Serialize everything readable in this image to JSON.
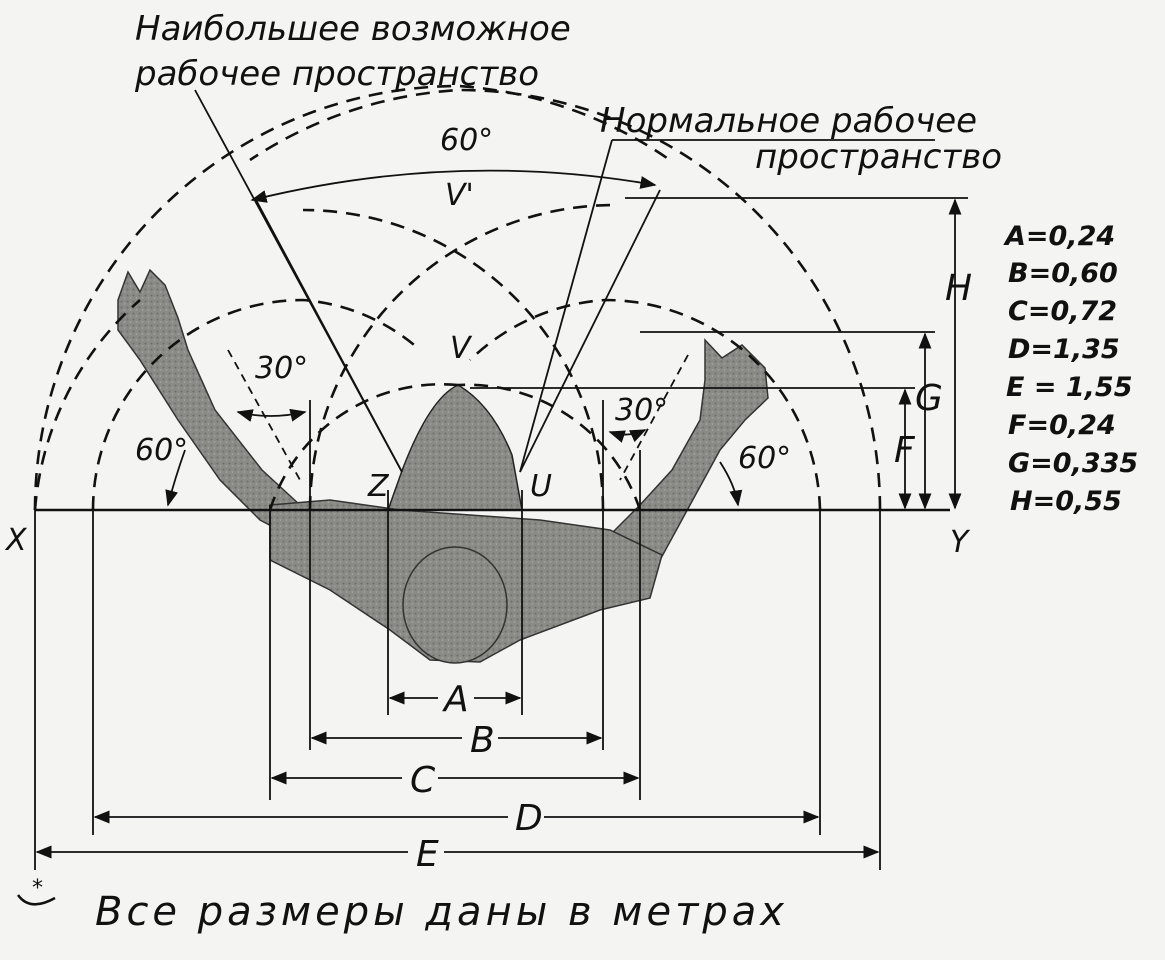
{
  "annotations": {
    "max_space_line1": "Наибольшее возможное",
    "max_space_line2": "рабочее пространство",
    "normal_space_line1": "Нормальное рабочее",
    "normal_space_line2": "пространство",
    "angle_top": "60°",
    "angle_left_60": "60°",
    "angle_right_60": "60°",
    "angle_left_30": "30°",
    "angle_right_30": "30°",
    "point_v_prime": "V'",
    "point_v": "V",
    "point_z": "Z",
    "point_u": "U",
    "axis_x": "X",
    "axis_y": "Y"
  },
  "dimension_letters": {
    "a": "A",
    "b": "B",
    "c": "C",
    "d": "D",
    "e": "E",
    "f": "F",
    "g": "G",
    "h": "H"
  },
  "dimensions": [
    {
      "text": "A=0,24"
    },
    {
      "text": "B=0,60"
    },
    {
      "text": "C=0,72"
    },
    {
      "text": "D=1,35"
    },
    {
      "text": "E = 1,55"
    },
    {
      "text": "F=0,24"
    },
    {
      "text": "G=0,335"
    },
    {
      "text": "H=0,55"
    }
  ],
  "footnote": "Все размеры даны в метрах"
}
